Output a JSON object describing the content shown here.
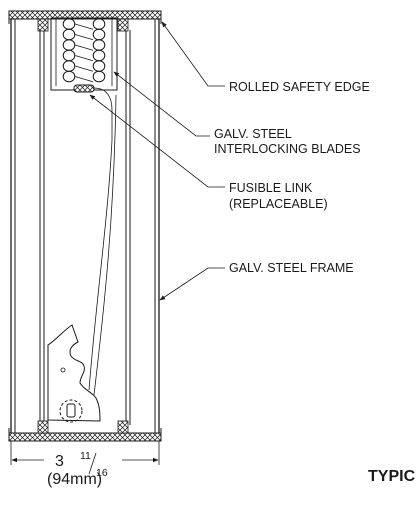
{
  "labels": {
    "rolled_safety_edge": "ROLLED SAFETY EDGE",
    "blades_line1": "GALV. STEEL",
    "blades_line2": "INTERLOCKING BLADES",
    "fusible_link_line1": "FUSIBLE LINK",
    "fusible_link_line2": "(REPLACEABLE)",
    "frame": "GALV. STEEL FRAME"
  },
  "dimension": {
    "whole": "3",
    "numerator": "11",
    "denominator": "16",
    "metric": "(94mm)"
  },
  "title": "TYPIC"
}
